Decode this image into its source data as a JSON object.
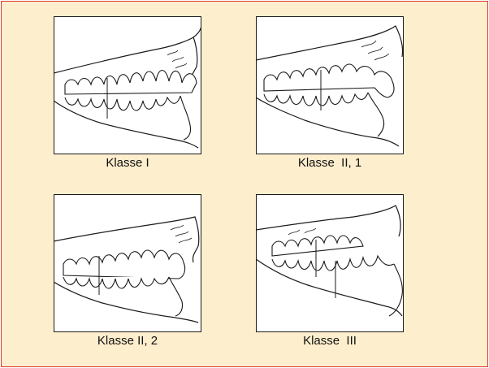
{
  "colors": {
    "background": "#fdeecd",
    "border": "#d9392f",
    "line": "#1a1a1a",
    "panel_fill": "#ffffff"
  },
  "panels": [
    {
      "id": "klasse-1",
      "label": "Klasse I"
    },
    {
      "id": "klasse-2-1",
      "label": "Klasse  II, 1"
    },
    {
      "id": "klasse-2-2",
      "label": "Klasse II, 2"
    },
    {
      "id": "klasse-3",
      "label": "Klasse  III"
    }
  ]
}
